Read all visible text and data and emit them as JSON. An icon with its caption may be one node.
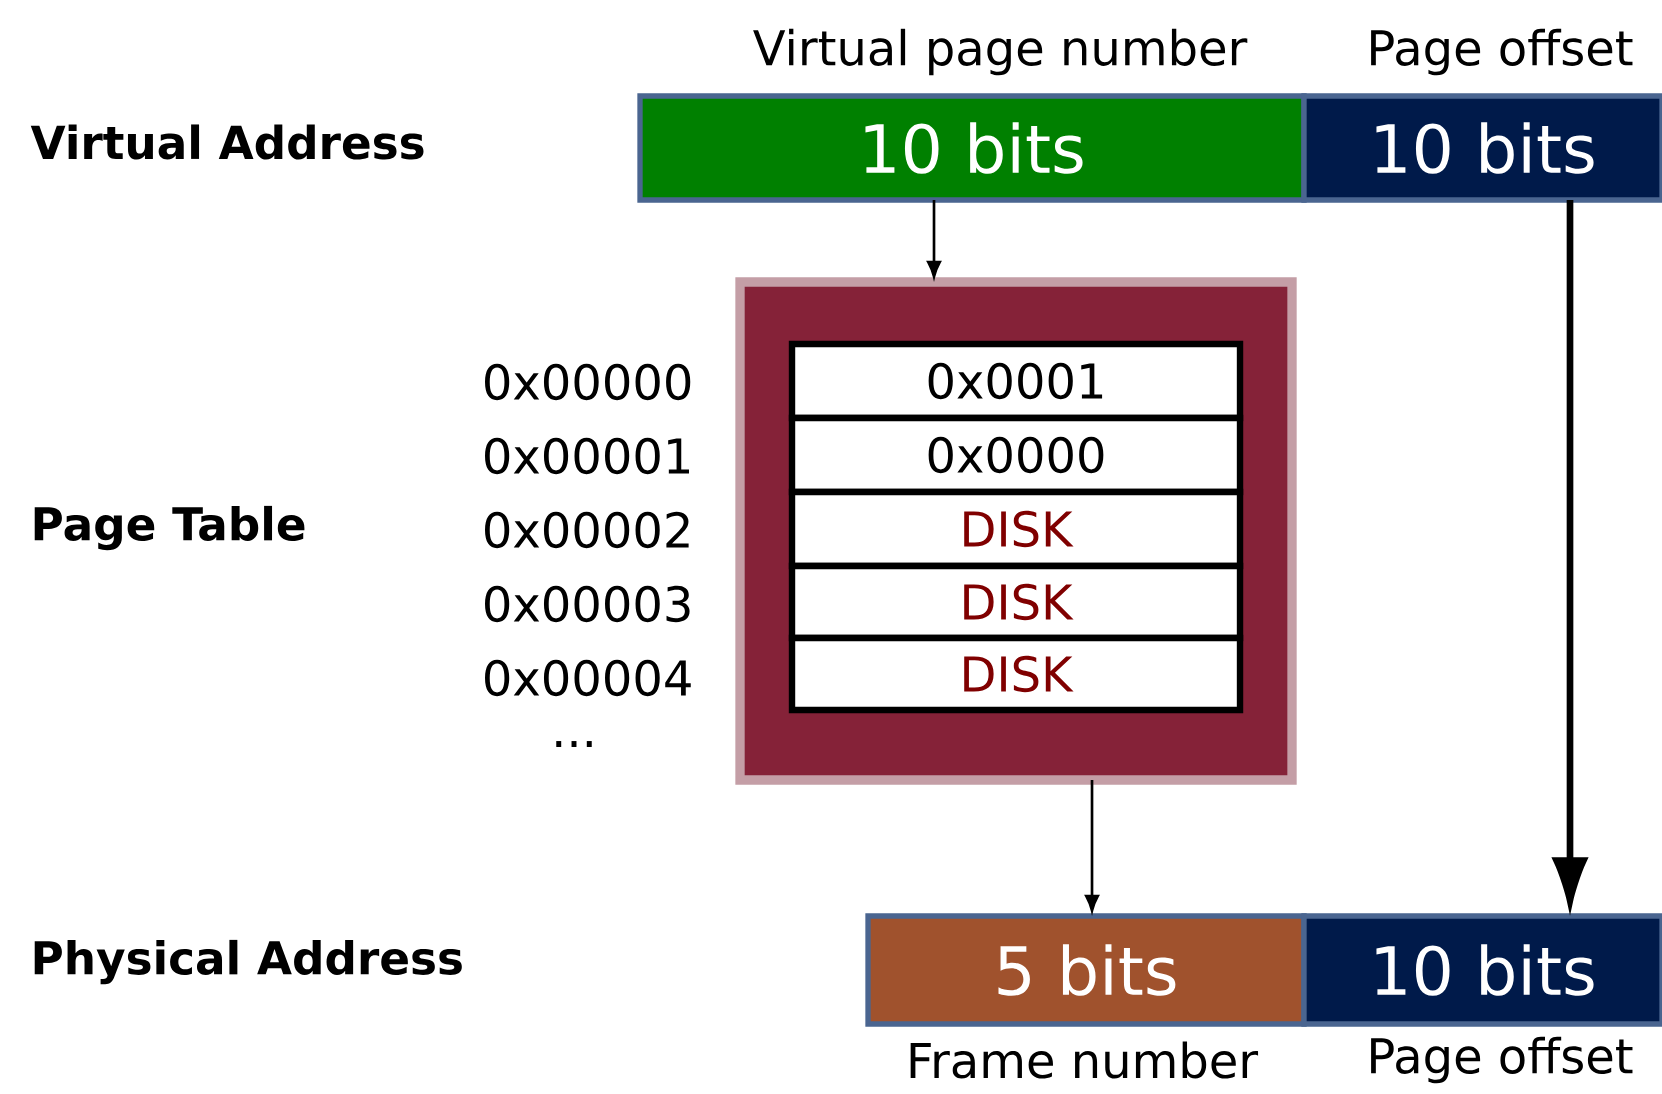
{
  "diagram": {
    "nodes": [
      {
        "text": [
          "10 bits"
        ],
        "beside": [
          "Virtual page number"
        ]
      },
      {
        "text": [
          "10 bits"
        ],
        "beside": [
          "Page offset"
        ]
      },
      {
        "text": [],
        "shape": "box"
      },
      {
        "text": [
          "0x0001"
        ],
        "in": 2
      },
      {
        "text": [
          "0x0000"
        ],
        "in": 2
      },
      {
        "text": [
          "DISK"
        ],
        "in": 2
      },
      {
        "text": [
          "DISK"
        ],
        "in": 2
      },
      {
        "text": [
          "DISK"
        ],
        "in": 2
      },
      {
        "text": [
          "5 bits"
        ],
        "beside": [
          "Frame number"
        ]
      },
      {
        "text": [
          "10 bits"
        ],
        "beside": [
          "Page offset"
        ]
      }
    ],
    "edges": [
      {
        "from": 0,
        "to": 2,
        "arrow": "to"
      },
      {
        "from": 2,
        "to": 8,
        "arrow": "to"
      },
      {
        "from": 1,
        "to": 9,
        "arrow": "to",
        "style": "thick"
      }
    ],
    "labels": [
      "Virtual Address",
      "Page Table",
      "Physical Address",
      "0x00000",
      "0x00001",
      "0x00002",
      "0x00003",
      "0x00004",
      "..."
    ]
  }
}
